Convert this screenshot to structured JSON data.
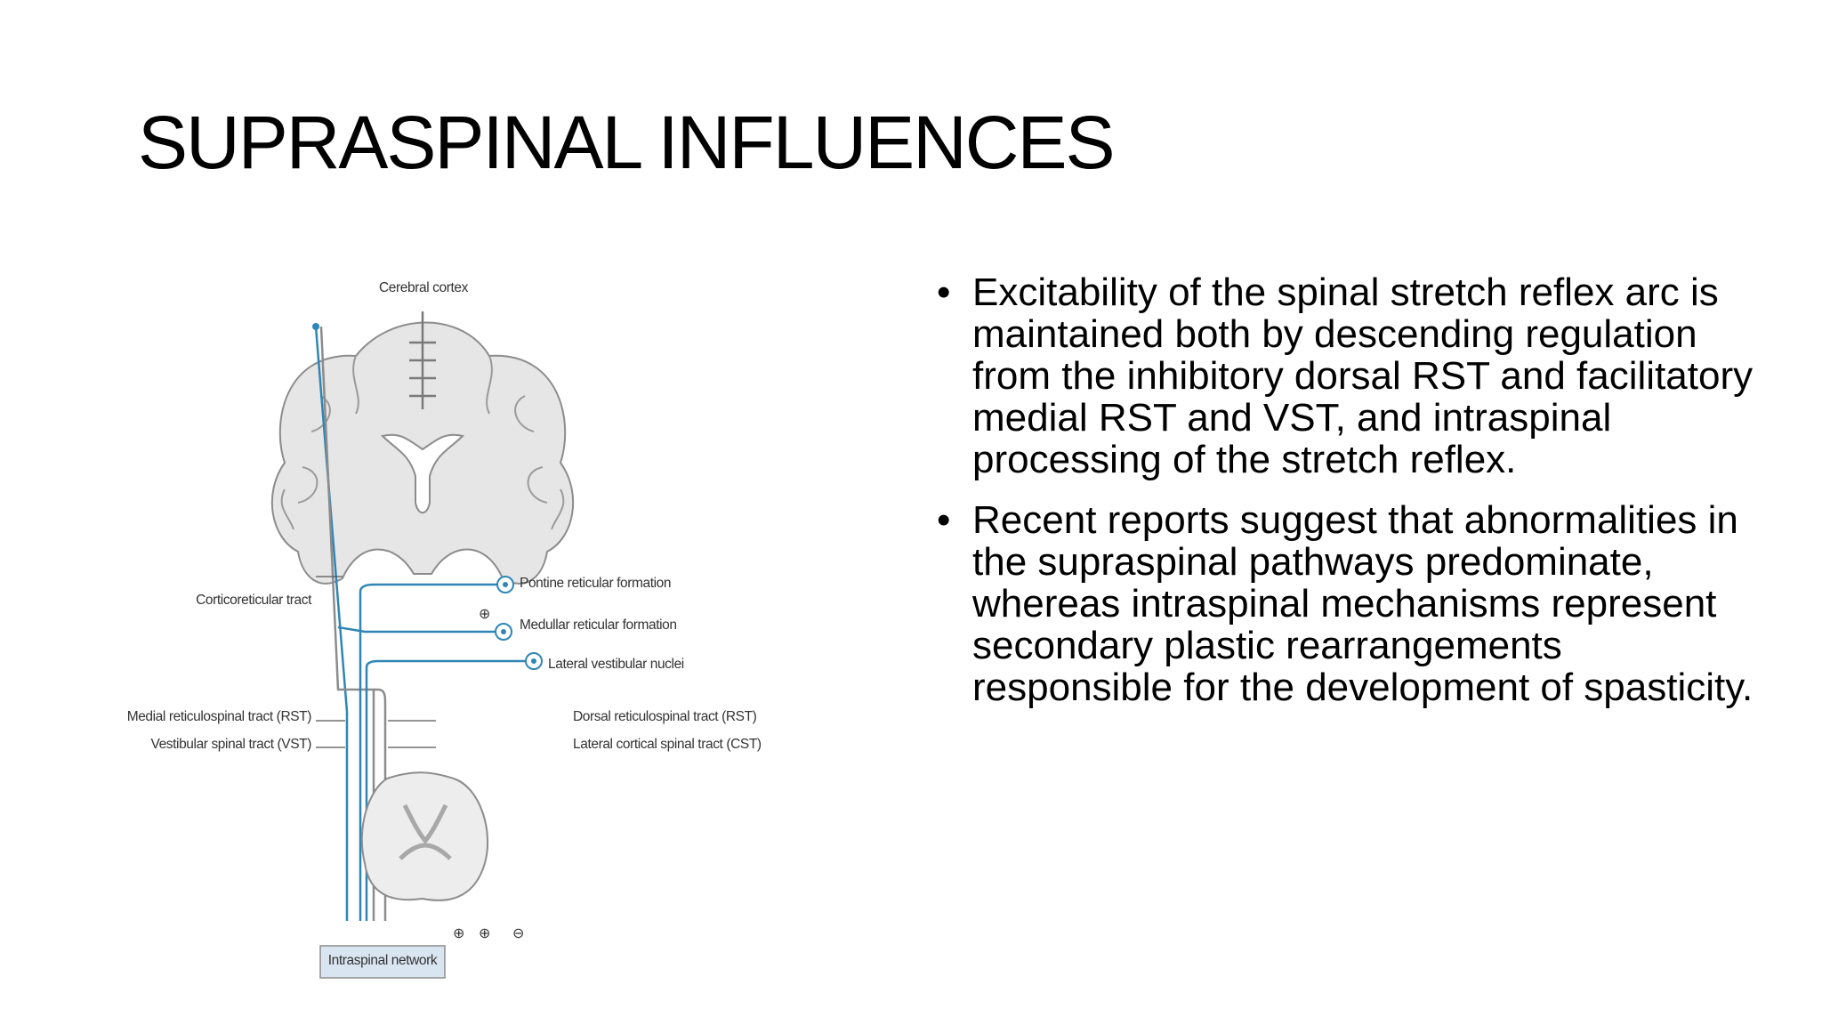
{
  "slide": {
    "title": "SUPRASPINAL INFLUENCES",
    "bullets": [
      "Excitability of the spinal stretch reflex arc is maintained both by descending regulation from the inhibitory dorsal RST and facilitatory medial RST and VST, and intraspinal processing of the stretch reflex.",
      "Recent reports suggest that abnormalities in the supraspinal pathways predominate, whereas intraspinal mechanisms represent secondary plastic rearrangements responsible for the development of spasticity."
    ],
    "bullet_glyph": "•"
  },
  "figure": {
    "labels": {
      "cerebral_cortex": "Cerebral cortex",
      "corticoreticular_tract": "Corticoreticular tract",
      "pontine_reticular_formation": "Pontine reticular formation",
      "medullar_reticular_formation": "Medullar reticular formation",
      "lateral_vestibular_nuclei": "Lateral vestibular nuclei",
      "medial_rst": "Medial reticulospinal tract (RST)",
      "vst": "Vestibular spinal tract (VST)",
      "dorsal_rst": "Dorsal reticulospinal tract (RST)",
      "lateral_cst": "Lateral cortical spinal tract (CST)",
      "intraspinal_network": "Intraspinal network"
    },
    "signs": {
      "plus": "⊕",
      "minus": "⊖"
    },
    "colors": {
      "pathway_blue": "#2f86b5",
      "pathway_gray": "#8c8c8c",
      "brain_fill": "#e6e6e6",
      "network_box": "#d9e6f2"
    }
  }
}
